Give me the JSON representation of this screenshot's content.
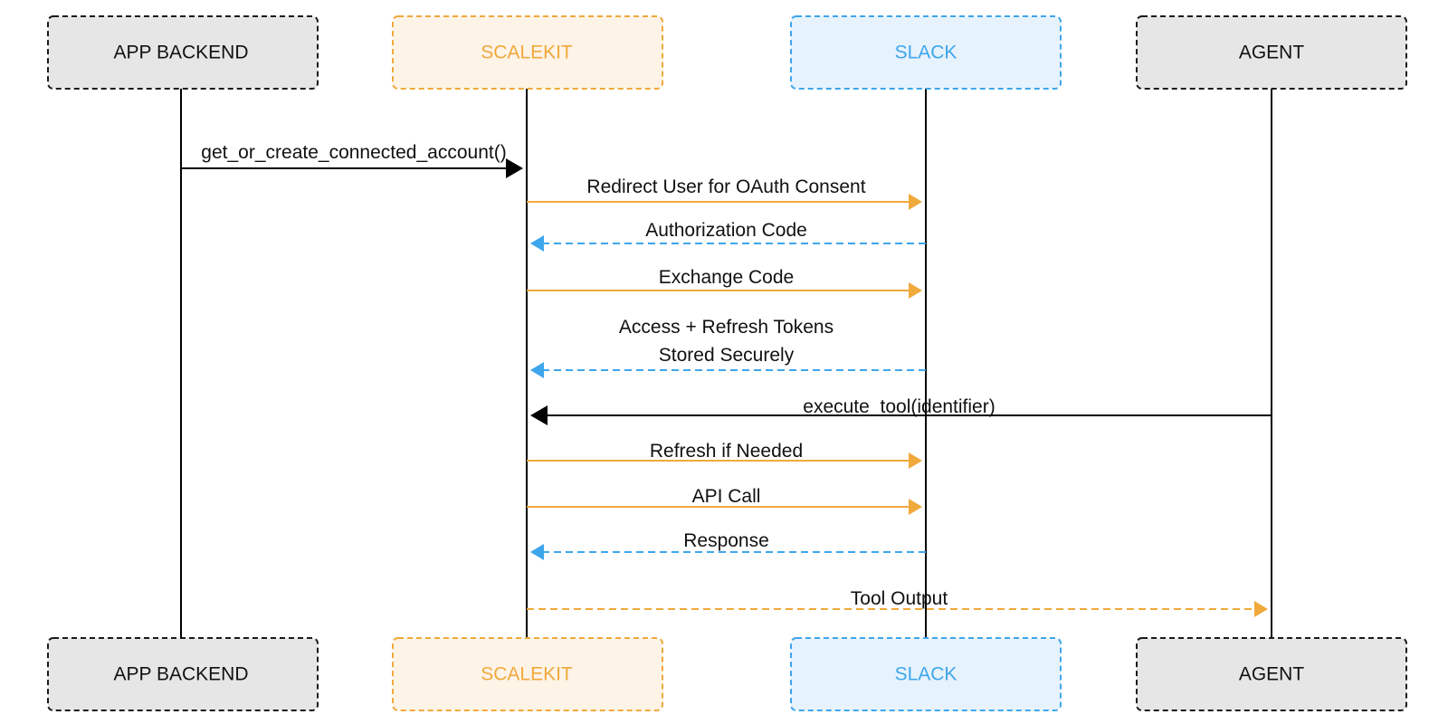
{
  "colors": {
    "gray_border": "#1a1a1a",
    "gray_fill": "#e6e6e6",
    "orange": "#f0a93b",
    "orange_fill": "#fdf3e7",
    "blue": "#3ea6ec",
    "blue_fill": "#e6f2fc",
    "black": "#000000"
  },
  "participants": [
    {
      "id": "app",
      "label": "APP BACKEND",
      "style": "gray"
    },
    {
      "id": "scalekit",
      "label": "SCALEKIT",
      "style": "orange"
    },
    {
      "id": "slack",
      "label": "SLACK",
      "style": "blue"
    },
    {
      "id": "agent",
      "label": "AGENT",
      "style": "gray"
    }
  ],
  "messages": [
    {
      "from": "app",
      "to": "scalekit",
      "lines": [
        "get_or_create_connected_account()"
      ],
      "style": "black-solid"
    },
    {
      "from": "scalekit",
      "to": "slack",
      "lines": [
        "Redirect User for OAuth Consent"
      ],
      "style": "orange-solid"
    },
    {
      "from": "slack",
      "to": "scalekit",
      "lines": [
        "Authorization Code"
      ],
      "style": "blue-dashed"
    },
    {
      "from": "scalekit",
      "to": "slack",
      "lines": [
        "Exchange Code"
      ],
      "style": "orange-solid"
    },
    {
      "from": "slack",
      "to": "scalekit",
      "lines": [
        "Access + Refresh Tokens",
        "Stored Securely"
      ],
      "style": "blue-dashed"
    },
    {
      "from": "agent",
      "to": "scalekit",
      "lines": [
        "execute_tool(identifier)"
      ],
      "style": "black-solid"
    },
    {
      "from": "scalekit",
      "to": "slack",
      "lines": [
        "Refresh if Needed"
      ],
      "style": "orange-solid"
    },
    {
      "from": "scalekit",
      "to": "slack",
      "lines": [
        "API Call"
      ],
      "style": "orange-solid"
    },
    {
      "from": "slack",
      "to": "scalekit",
      "lines": [
        "Response"
      ],
      "style": "blue-dashed"
    },
    {
      "from": "scalekit",
      "to": "agent",
      "lines": [
        "Tool Output"
      ],
      "style": "orange-dashed"
    }
  ]
}
